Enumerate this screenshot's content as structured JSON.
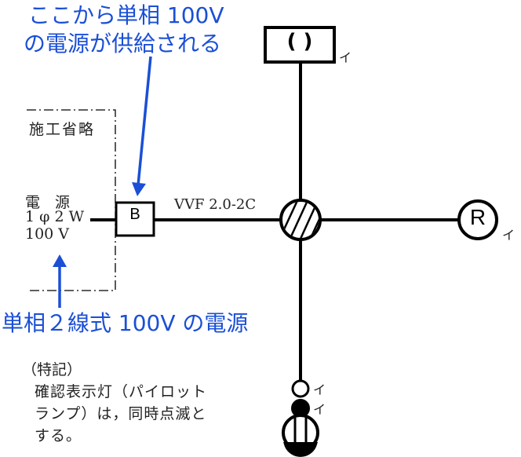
{
  "annotations": {
    "top_line1": "ここから単相 100V",
    "top_line2": "の電源が供給される",
    "bottom": "単相２線式 100V の電源"
  },
  "labels": {
    "omitted": "施工省略",
    "power_title": "電　源",
    "power_phase": "1 φ 2 W",
    "power_voltage": "100 V",
    "breaker": "B",
    "cable": "VVF 2.0-2C",
    "top_fixture": "(  )",
    "receptacle": "R",
    "switch_label_top": "イ",
    "switch_label_mid": "イ",
    "fixture_label": "イ",
    "receptacle_label": "イ"
  },
  "note": {
    "heading": "（特記）",
    "line1": "確認表示灯（パイロット",
    "line2": "ランプ）は，同時点滅と",
    "line3": "する。"
  },
  "colors": {
    "annotation": "#1a4fd6",
    "line": "#000000"
  }
}
